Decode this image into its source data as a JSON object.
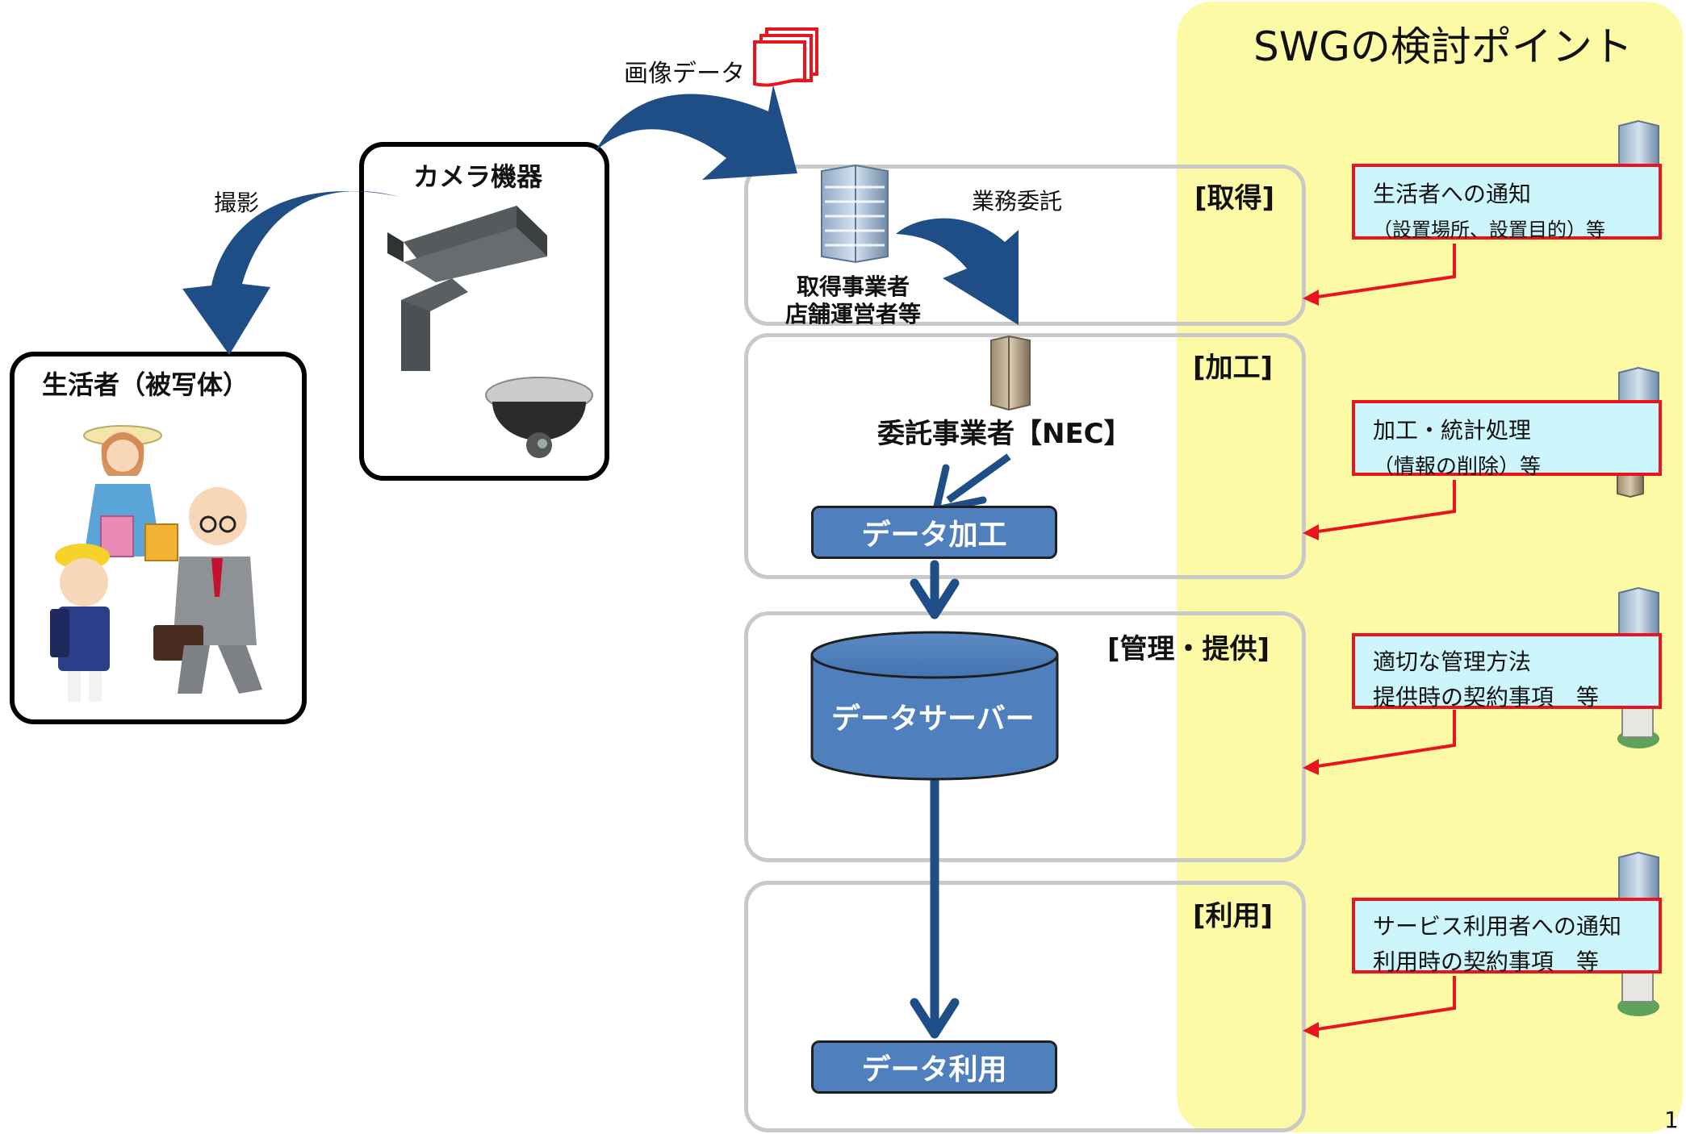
{
  "swg_title": "SWGの検討ポイント",
  "image_data_label": "画像データ",
  "shoot_label": "撮影",
  "subject_panel_title": "生活者（被写体）",
  "camera_panel_title": "カメラ機器",
  "outsourcing_label": "業務委託",
  "acquirer_label_line1": "取得事業者",
  "acquirer_label_line2": "店舗運営者等",
  "contractor_label": "委託事業者【NEC】",
  "stages": [
    {
      "label": "[取得]"
    },
    {
      "label": "[加工]"
    },
    {
      "label": "[管理・提供]"
    },
    {
      "label": "[利用]"
    }
  ],
  "process_box": "データ加工",
  "server_label": "データサーバー",
  "use_box": "データ利用",
  "points": [
    {
      "line1": "生活者への通知",
      "line2": "（設置場所、設置目的）等"
    },
    {
      "line1": "加工・統計処理",
      "line2": "（情報の削除）等"
    },
    {
      "line1": "適切な管理方法",
      "line2": "提供時の契約事項　等"
    },
    {
      "line1": "サービス利用者への通知",
      "line2": "利用時の契約事項　等"
    }
  ],
  "page_number": "1",
  "colors": {
    "arrow_dark_blue": "#1f4e86",
    "box_blue": "#4f80bd",
    "yellow_bg": "#fdfaa6",
    "callout_border": "#e8141e",
    "callout_fill": "#ccf6fb"
  }
}
